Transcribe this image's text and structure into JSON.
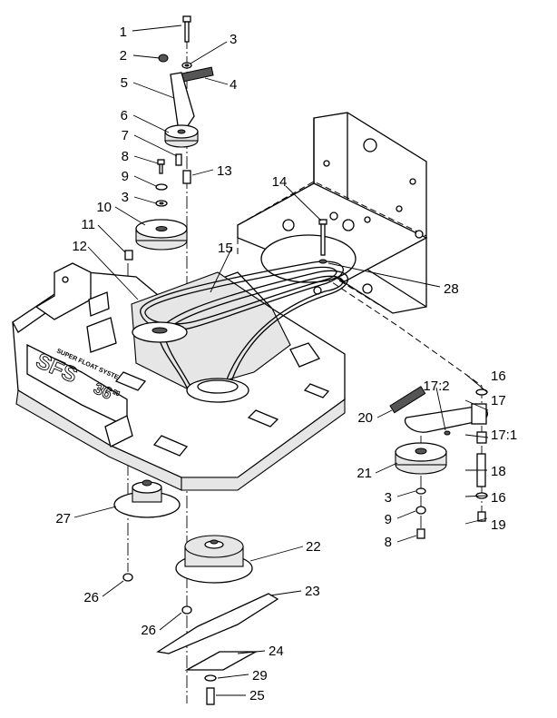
{
  "callouts": [
    {
      "id": "c1",
      "text": "1"
    },
    {
      "id": "c2",
      "text": "2"
    },
    {
      "id": "c3a",
      "text": "3"
    },
    {
      "id": "c4",
      "text": "4"
    },
    {
      "id": "c5",
      "text": "5"
    },
    {
      "id": "c6",
      "text": "6"
    },
    {
      "id": "c7",
      "text": "7"
    },
    {
      "id": "c8a",
      "text": "8"
    },
    {
      "id": "c9a",
      "text": "9"
    },
    {
      "id": "c13",
      "text": "13"
    },
    {
      "id": "c3b",
      "text": "3"
    },
    {
      "id": "c10",
      "text": "10"
    },
    {
      "id": "c14",
      "text": "14"
    },
    {
      "id": "c11",
      "text": "11"
    },
    {
      "id": "c12",
      "text": "12"
    },
    {
      "id": "c15",
      "text": "15"
    },
    {
      "id": "c28",
      "text": "28"
    },
    {
      "id": "c16a",
      "text": "16"
    },
    {
      "id": "c172",
      "text": "17:2"
    },
    {
      "id": "c17",
      "text": "17"
    },
    {
      "id": "c20",
      "text": "20"
    },
    {
      "id": "c171",
      "text": "17:1"
    },
    {
      "id": "c21",
      "text": "21"
    },
    {
      "id": "c18",
      "text": "18"
    },
    {
      "id": "c3c",
      "text": "3"
    },
    {
      "id": "c16b",
      "text": "16"
    },
    {
      "id": "c27",
      "text": "27"
    },
    {
      "id": "c9b",
      "text": "9"
    },
    {
      "id": "c19",
      "text": "19"
    },
    {
      "id": "c8b",
      "text": "8"
    },
    {
      "id": "c22",
      "text": "22"
    },
    {
      "id": "c26a",
      "text": "26"
    },
    {
      "id": "c23",
      "text": "23"
    },
    {
      "id": "c26b",
      "text": "26"
    },
    {
      "id": "c24",
      "text": "24"
    },
    {
      "id": "c29",
      "text": "29"
    },
    {
      "id": "c25",
      "text": "25"
    }
  ],
  "deck_decal": {
    "model": "36\"",
    "brand": "SFS",
    "tagline": "SUPER FLOAT SYSTEM"
  }
}
